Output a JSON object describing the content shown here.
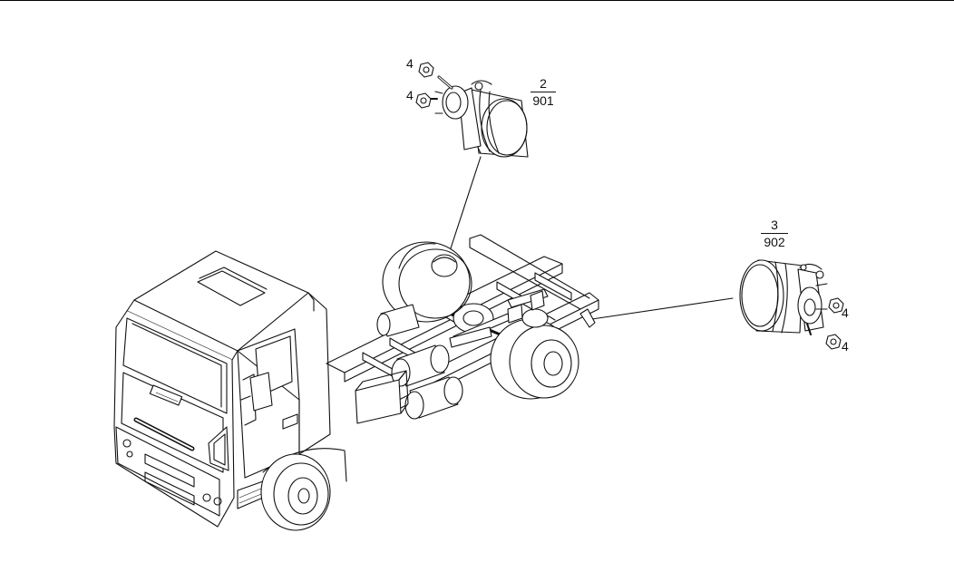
{
  "callouts": {
    "upper_chamber": {
      "item": "2",
      "ref": "901"
    },
    "right_chamber": {
      "item": "3",
      "ref": "902"
    },
    "nut_labels": [
      "4",
      "4",
      "4",
      "4"
    ]
  },
  "colors": {
    "line": "#111111",
    "background": "#ffffff",
    "fill": "#ffffff"
  },
  "icons": [
    "truck-chassis-illustration",
    "brake-chamber-illustration",
    "nut-illustration"
  ]
}
